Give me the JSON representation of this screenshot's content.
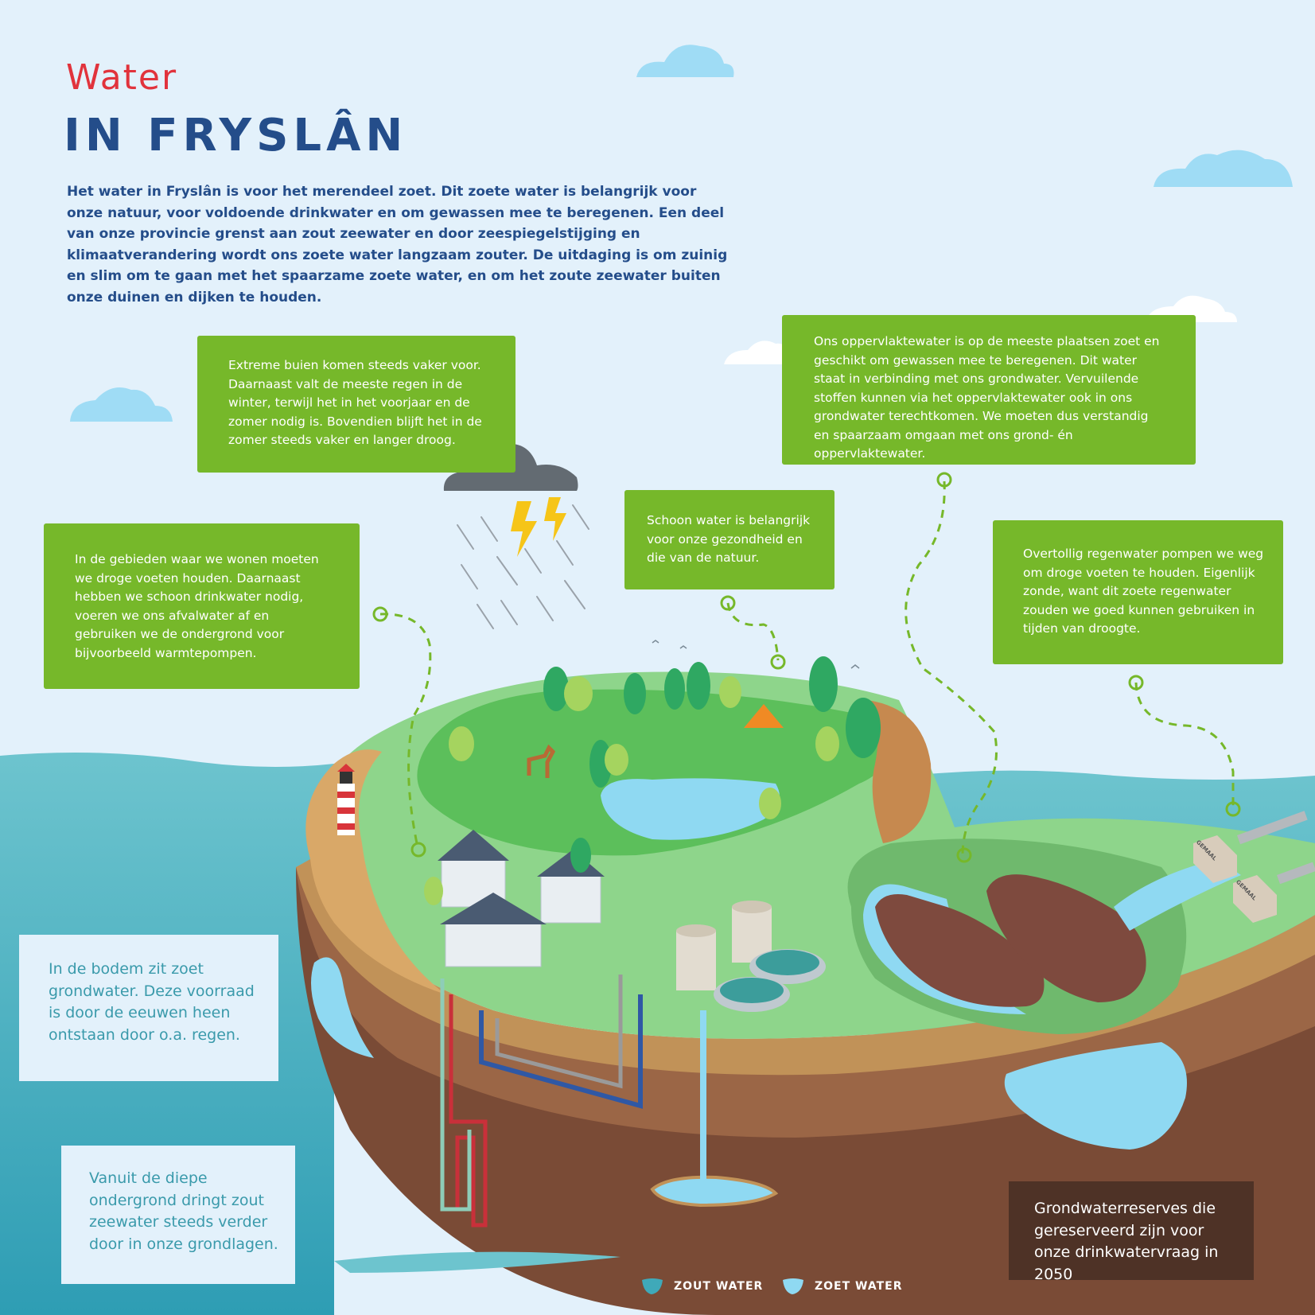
{
  "header": {
    "title_line1": "Water",
    "title_line2": "IN FRYSLÂN",
    "intro": "Het water in Fryslân is voor het merendeel zoet. Dit zoete water is belangrijk voor onze natuur, voor voldoende drinkwater en om gewassen mee te beregenen. Een deel van onze provincie grenst aan zout zeewater en door zeespiegelstijging en klimaatverandering wordt ons zoete water langzaam zouter. De uitdaging is om zuinig en slim om te gaan met het spaarzame zoete water, en om het zoute zeewater buiten onze duinen en dijken te houden."
  },
  "callouts": {
    "rain": "Extreme buien komen steeds vaker voor. Daarnaast valt de meeste regen in de winter, terwijl het in het voorjaar en de zomer nodig is. Bovendien blijft het in de zomer steeds vaker en langer droog.",
    "surface_water": "Ons oppervlaktewater is op de meeste plaatsen zoet en geschikt om gewassen mee te beregenen. Dit water staat in verbinding met ons grondwater. Vervuilende stoffen kunnen via het oppervlaktewater ook in ons grondwater terechtkomen. We moeten dus verstandig en spaarzaam omgaan met ons grond- én oppervlaktewater.",
    "living_areas": "In de gebieden waar we wonen moeten we droge voeten houden. Daarnaast hebben we schoon drinkwater nodig, voeren we ons afvalwater af en gebruiken we de ondergrond voor bijvoorbeeld warmtepompen.",
    "clean_water": "Schoon water is belangrijk voor onze gezondheid en die van de natuur.",
    "rainwater_pumping": "Overtollig regenwater pompen we weg om droge voeten te houden. Eigenlijk zonde, want dit zoete regenwater zouden we goed kunnen gebruiken in tijden van droogte.",
    "groundwater": "In de bodem zit zoet grondwater. Deze voorraad is door de eeuwen heen ontstaan door o.a. regen.",
    "salt_intrusion": "Vanuit de diepe ondergrond dringt zout zeewater steeds verder door in onze grondlagen.",
    "reserves": "Grondwaterreserves die gereserveerd zijn voor onze drinkwatervraag in 2050"
  },
  "pumping_station_label": "GEMAAL",
  "legend": {
    "salt": "ZOUT WATER",
    "fresh": "ZOET WATER"
  },
  "colors": {
    "background": "#e3f1fb",
    "title_red": "#e1333c",
    "title_blue": "#244d8a",
    "callout_green": "#76b82a",
    "salt_water": "#3fa9b9",
    "fresh_water": "#8fd9f2",
    "soil_dark": "#7a4b36",
    "reserve_box": "#4e3226"
  }
}
